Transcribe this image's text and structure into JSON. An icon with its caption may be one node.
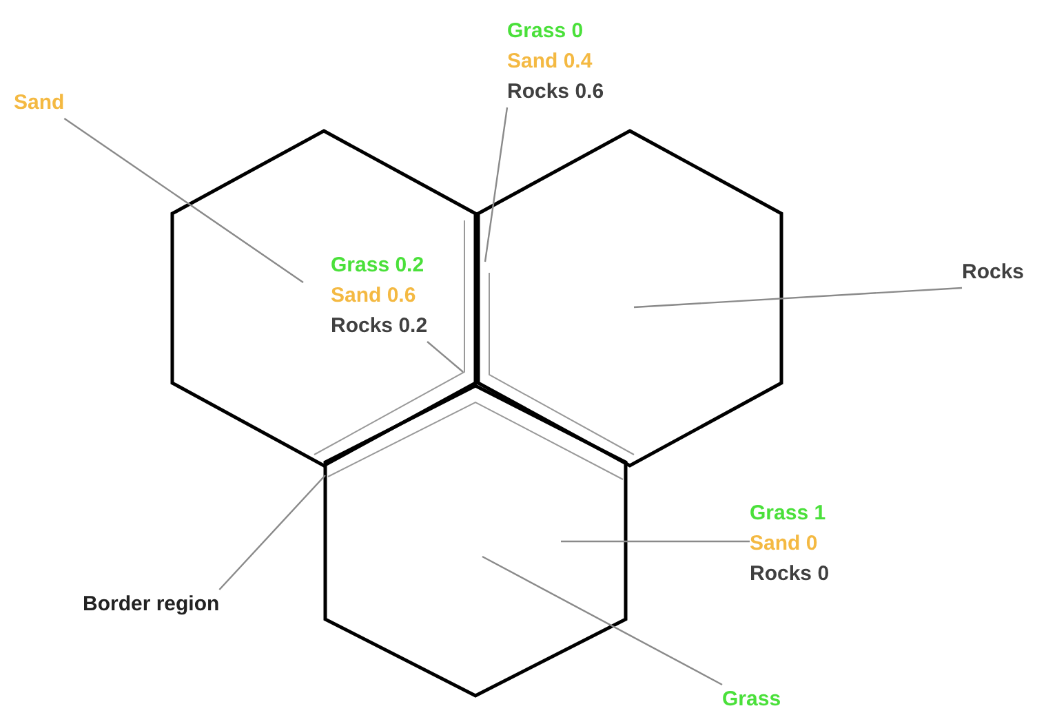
{
  "diagram": {
    "nodes": [
      {
        "text": [],
        "shape": "hexagon"
      },
      {
        "text": [],
        "shape": "hexagon"
      },
      {
        "text": [],
        "shape": "hexagon"
      },
      {
        "text": [
          "Sand"
        ]
      },
      {
        "text": [
          "Rocks"
        ]
      },
      {
        "text": [
          "Grass"
        ]
      },
      {
        "text": [
          "Border region"
        ]
      },
      {
        "text": [
          "Grass 0",
          "Sand 0.4",
          "Rocks 0.6"
        ]
      },
      {
        "text": [
          "Grass 0.2",
          "Sand 0.6",
          "Rocks 0.2"
        ],
        "in": 0
      },
      {
        "text": [
          "Grass 1",
          "Sand 0",
          "Rocks 0"
        ]
      }
    ],
    "edges": [
      {
        "from": 3,
        "to": 0,
        "arrow": "none"
      },
      {
        "from": 4,
        "to": 1,
        "arrow": "none"
      },
      {
        "from": 5,
        "to": 2,
        "arrow": "none"
      },
      {
        "from": 6,
        "to": 2,
        "arrow": "none"
      },
      {
        "from": 7,
        "to": 1,
        "arrow": "none"
      },
      {
        "from": 8,
        "to": 0,
        "arrow": "none"
      },
      {
        "from": 9,
        "to": 2,
        "arrow": "none"
      }
    ]
  }
}
